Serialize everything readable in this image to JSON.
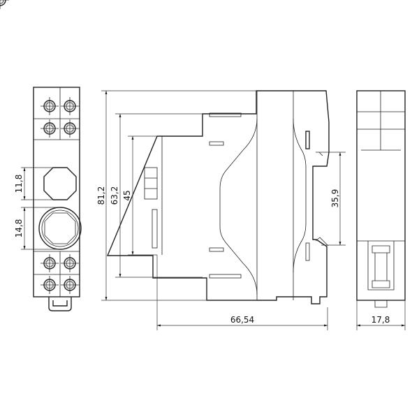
{
  "drawing": {
    "dimensions": {
      "front_indicator_upper": "11,8",
      "front_indicator_lower": "14,8",
      "total_height": "81,2",
      "body_height": "63,2",
      "front_face_height": "45",
      "din_rail_width": "35,9",
      "depth": "66,54",
      "width": "17,8"
    }
  }
}
